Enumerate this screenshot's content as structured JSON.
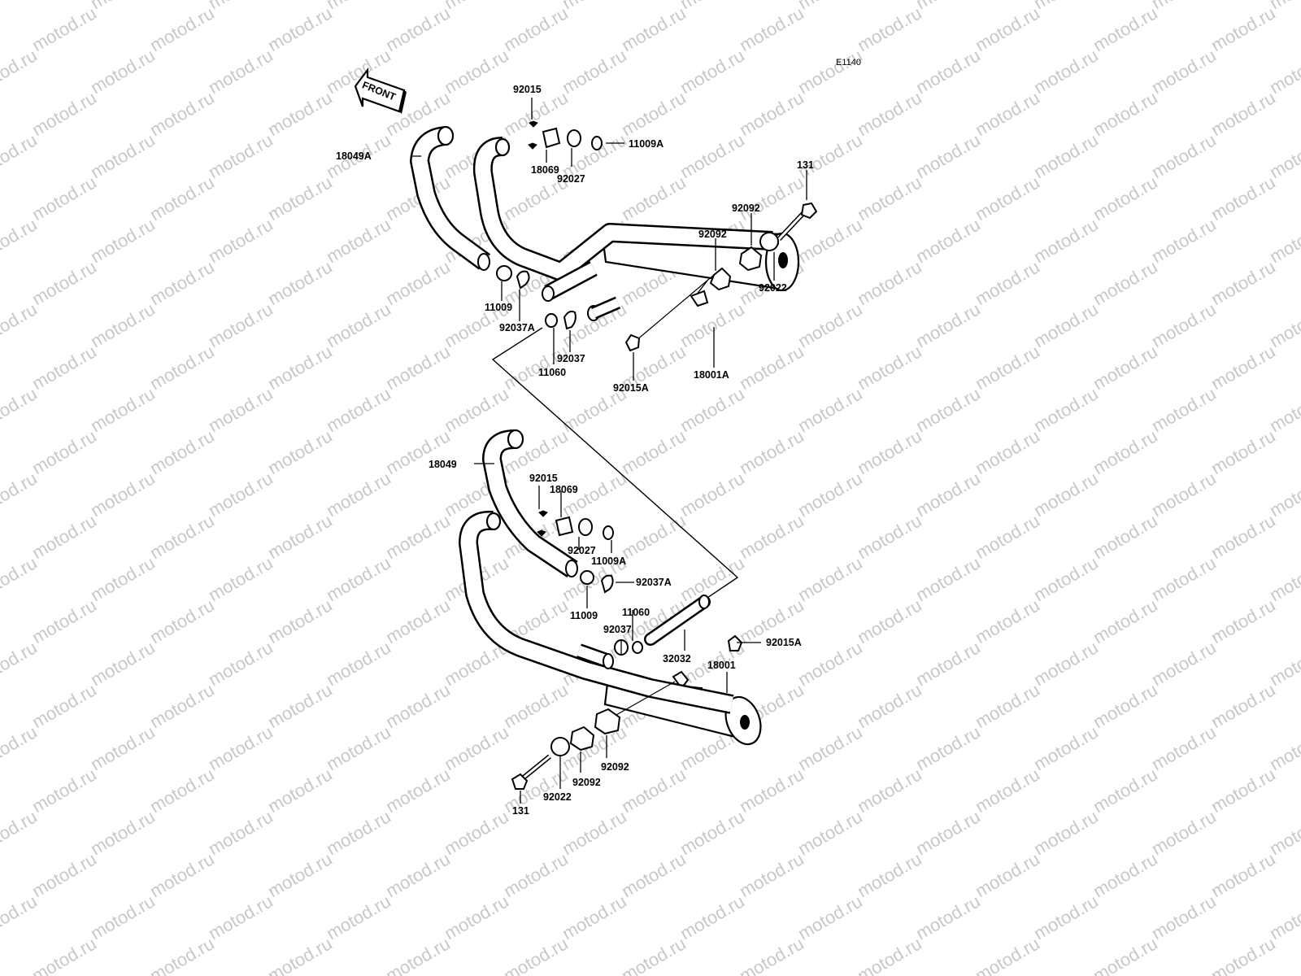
{
  "diagram_code": "E1140",
  "front_label": "FRONT",
  "watermark_text": "motod.ru",
  "colors": {
    "line": "#000000",
    "background": "#ffffff",
    "watermark": "#c8c8c8"
  },
  "top_assembly": {
    "labels": {
      "p92015": "92015",
      "p18069": "18069",
      "p92027": "92027",
      "p11009A": "11009A",
      "p18049A": "18049A",
      "p131": "131",
      "p92092_upper": "92092",
      "p92092_lower": "92092",
      "p92022": "92022",
      "p11009": "11009",
      "p92037A": "92037A",
      "p92037": "92037",
      "p11060": "11060",
      "p92015A": "92015A",
      "p18001A": "18001A"
    }
  },
  "bottom_assembly": {
    "labels": {
      "p18049": "18049",
      "p92015": "92015",
      "p18069": "18069",
      "p92027": "92027",
      "p11009A": "11009A",
      "p92037A": "92037A",
      "p11009": "11009",
      "p11060": "11060",
      "p92037": "92037",
      "p32032": "32032",
      "p92015A": "92015A",
      "p18001": "18001",
      "p92092_right": "92092",
      "p92092_left": "92092",
      "p92022": "92022",
      "p131": "131"
    }
  }
}
